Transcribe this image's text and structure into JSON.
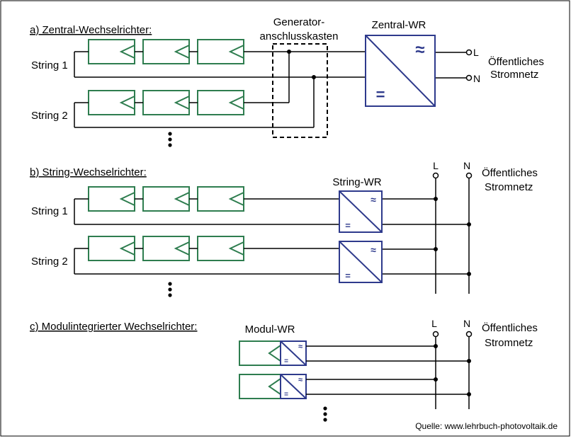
{
  "section_a": {
    "title": "a) Zentral-Wechselrichter:",
    "string1_label": "String 1",
    "string2_label": "String 2",
    "combiner_label_line1": "Generator-",
    "combiner_label_line2": "anschlusskasten",
    "inverter_label": "Zentral-WR",
    "ac_symbol": "≈",
    "dc_symbol": "=",
    "terminal_L": "L",
    "terminal_N": "N",
    "grid_label_line1": "Öffentliches",
    "grid_label_line2": "Stromnetz"
  },
  "section_b": {
    "title": "b) String-Wechselrichter:",
    "string1_label": "String 1",
    "string2_label": "String 2",
    "inverter_label": "String-WR",
    "ac_symbol": "≈",
    "dc_symbol": "=",
    "terminal_L": "L",
    "terminal_N": "N",
    "grid_label_line1": "Öffentliches",
    "grid_label_line2": "Stromnetz"
  },
  "section_c": {
    "title": "c) Modulintegrierter  Wechselrichter:",
    "inverter_label": "Modul-WR",
    "ac_symbol": "≈",
    "dc_symbol": "=",
    "terminal_L": "L",
    "terminal_N": "N",
    "grid_label_line1": "Öffentliches",
    "grid_label_line2": "Stromnetz"
  },
  "source": "Quelle: www.lehrbuch-photovoltaik.de",
  "colors": {
    "module": "#2e7d4f",
    "inverter": "#2e3a8c",
    "wire": "#000000"
  }
}
